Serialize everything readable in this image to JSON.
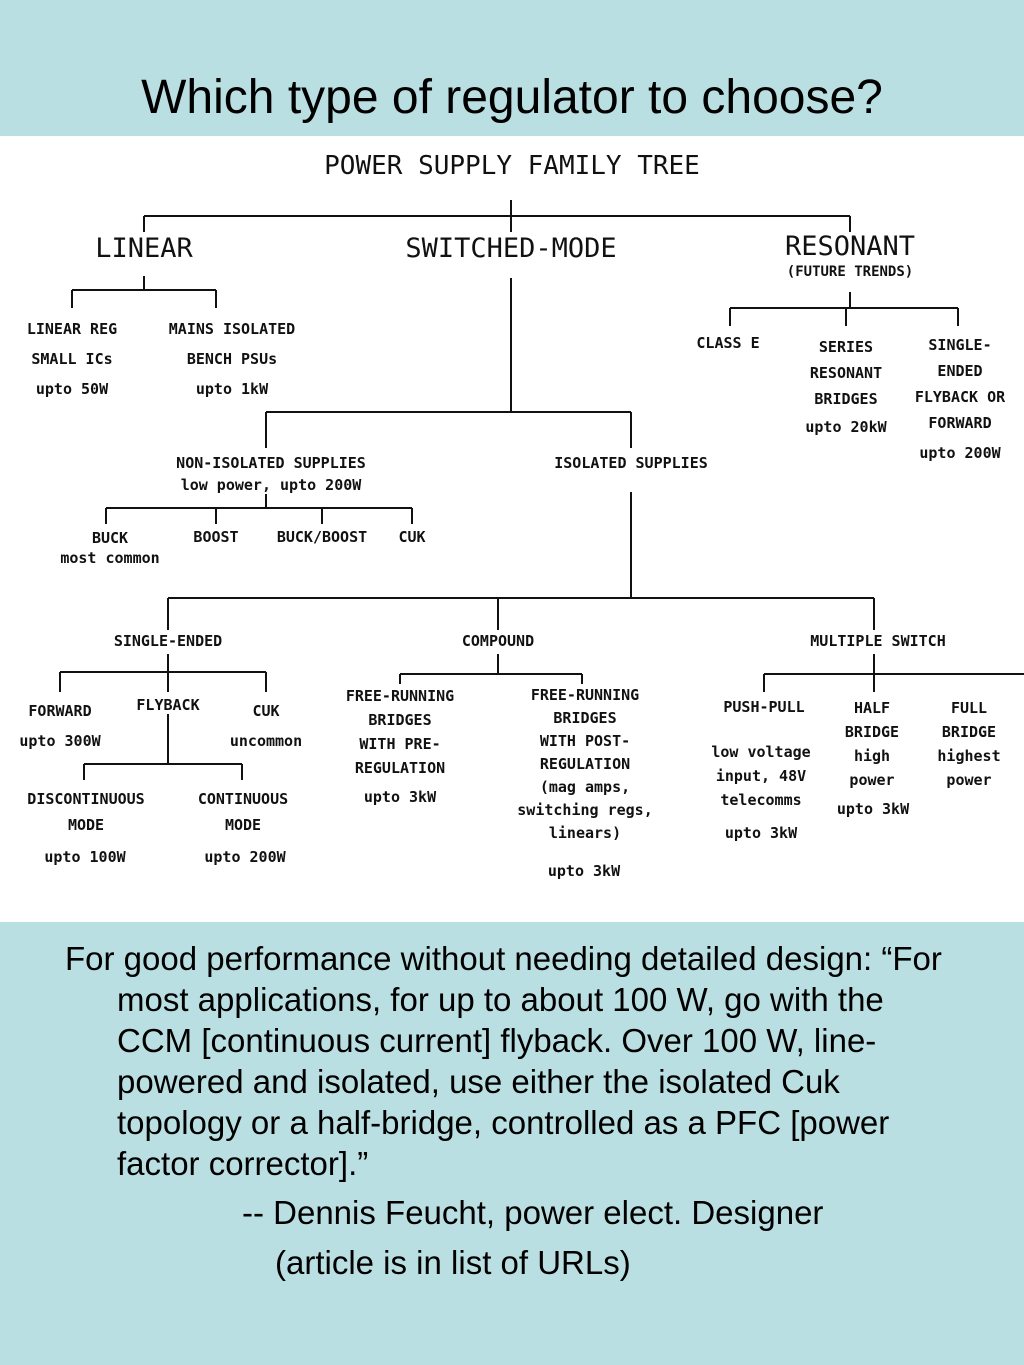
{
  "slide": {
    "title": "Which type of regulator to choose?",
    "quote": "For good performance without needing detailed design: “For most applications, for up to about 100 W, go with the CCM [continuous current] flyback. Over 100 W, line-powered and isolated, use either the isolated Cuk topology or a half-bridge, controlled as a PFC [power factor corrector].”",
    "attribution": "-- Dennis Feucht, power elect. Designer",
    "note": "(article is in list of URLs)"
  },
  "tree": {
    "title": "POWER SUPPLY FAMILY TREE",
    "linear": "LINEAR",
    "switched": "SWITCHED-MODE",
    "resonant": "RESONANT",
    "resonant_sub": "(FUTURE TRENDS)",
    "linear_reg": "LINEAR REG\nSMALL ICs\nupto 50W",
    "mains_isolated": "MAINS ISOLATED\nBENCH PSUs\nupto 1kW",
    "class_e": "CLASS E",
    "series_resonant": "SERIES\nRESONANT\nBRIDGES",
    "series_resonant_power": "upto 20kW",
    "single_ended_flyback": "SINGLE-\nENDED\nFLYBACK OR\nFORWARD",
    "single_ended_flyback_power": "upto 200W",
    "non_isolated": "NON-ISOLATED SUPPLIES\nlow power, upto 200W",
    "isolated": "ISOLATED SUPPLIES",
    "buck": "BUCK\nmost common",
    "boost": "BOOST",
    "buck_boost": "BUCK/BOOST",
    "cuk_non_iso": "CUK",
    "single_ended": "SINGLE-ENDED",
    "compound": "COMPOUND",
    "multiple_switch": "MULTIPLE SWITCH",
    "forward": "FORWARD\nupto 300W",
    "flyback": "FLYBACK",
    "cuk_iso": "CUK\nuncommon",
    "discontinuous": "DISCONTINUOUS\nMODE",
    "discontinuous_power": "upto 100W",
    "continuous": "CONTINUOUS\nMODE",
    "continuous_power": "upto 200W",
    "free_running_pre": "FREE-RUNNING\nBRIDGES\nWITH PRE-\nREGULATION",
    "free_running_pre_power": "upto 3kW",
    "free_running_post": "FREE-RUNNING\nBRIDGES\nWITH POST-\nREGULATION\n(mag amps,\nswitching regs,\nlinears)",
    "free_running_post_power": "upto 3kW",
    "push_pull": "PUSH-PULL",
    "push_pull_desc": "low voltage\ninput, 48V\ntelecomms",
    "push_pull_power": "upto 3kW",
    "half_bridge": "HALF\nBRIDGE\nhigh\npower",
    "half_bridge_power": "upto 3kW",
    "full_bridge": "FULL\nBRIDGE\nhighest\npower"
  }
}
